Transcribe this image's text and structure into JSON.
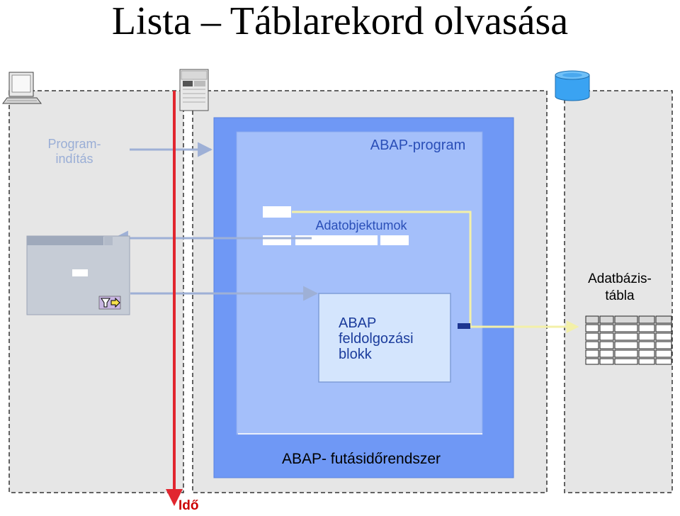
{
  "title": "Lista – Táblarekord olvasása",
  "labels": {
    "program_start_line1": "Program-",
    "program_start_line2": "indítás",
    "abap_program": "ABAP-program",
    "data_objects": "Adatobjektumok",
    "processing_block_line1": "ABAP",
    "processing_block_line2": "feldolgozási",
    "processing_block_line3": "blokk",
    "database_table_line1": "Adatbázis-",
    "database_table_line2": "tábla",
    "runtime_system": "ABAP- futásidőrendszer",
    "time": "Idő"
  },
  "icons": {
    "client": "workstation-icon",
    "app_server": "server-icon",
    "database": "database-cylinder-icon",
    "event_trigger": "filter-arrow-icon"
  },
  "colors": {
    "runtime_outer": "#6f98f5",
    "program_inner": "#a4bffa",
    "processing_block": "#d4e5fd",
    "time_arrow": "#e1262f",
    "data_flow_line": "#f3f0a8",
    "data_flow_dark": "#1d3590",
    "panel_fill": "#e6e6e6",
    "screen_window": "#c6ccd6",
    "database_blue": "#3aa3f2"
  }
}
